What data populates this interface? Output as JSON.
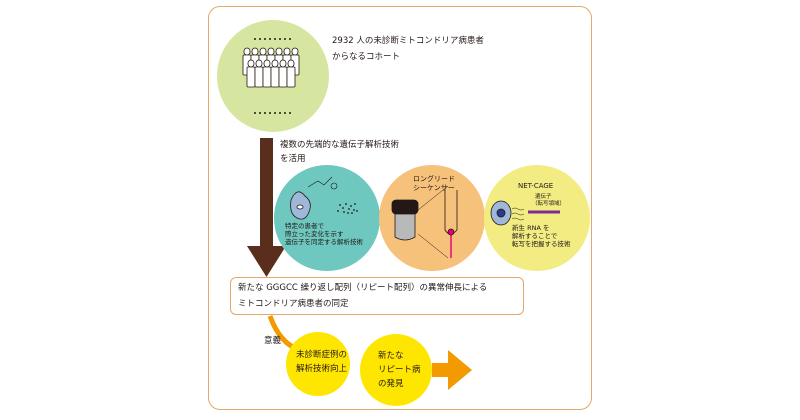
{
  "cohort": {
    "line1": "2932 人の未診断ミトコンドリア病患者",
    "line2": "からなるコホート"
  },
  "methods_intro": {
    "line1": "複数の先端的な遺伝子解析技術",
    "line2": "を活用"
  },
  "methods": [
    {
      "lines": [
        "特定の患者で",
        "際立った変化を示す",
        "遺伝子を同定する解析技術"
      ]
    },
    {
      "title": [
        "ロングリード",
        "シーケンサー"
      ]
    },
    {
      "title": "NET-CAGE",
      "gene_label": [
        "遺伝子",
        "（転写領域）"
      ],
      "lines": [
        "新生 RNA を",
        "解析することで",
        "転写を把握する技術"
      ]
    }
  ],
  "result": {
    "line1": "新たな GGGCC 繰り返し配列（リピート配列）の異常伸長による",
    "line2": "ミトコンドリア病患者の同定"
  },
  "significance_label": "意義",
  "outcomes": [
    {
      "lines": [
        "未診断症例の",
        "解析技術向上"
      ]
    },
    {
      "lines": [
        "新たな",
        "リピート病",
        "の発見"
      ]
    }
  ],
  "colors": {
    "frame": "#e3a86a",
    "cohort_circle": "#d6e6a0",
    "method1": "#6ec8c0",
    "method2": "#f6c17a",
    "method3": "#f2ec83",
    "outcome": "#ffe600",
    "big_arrow": "#5a2e1c",
    "orange_arrow": "#f29a00"
  }
}
